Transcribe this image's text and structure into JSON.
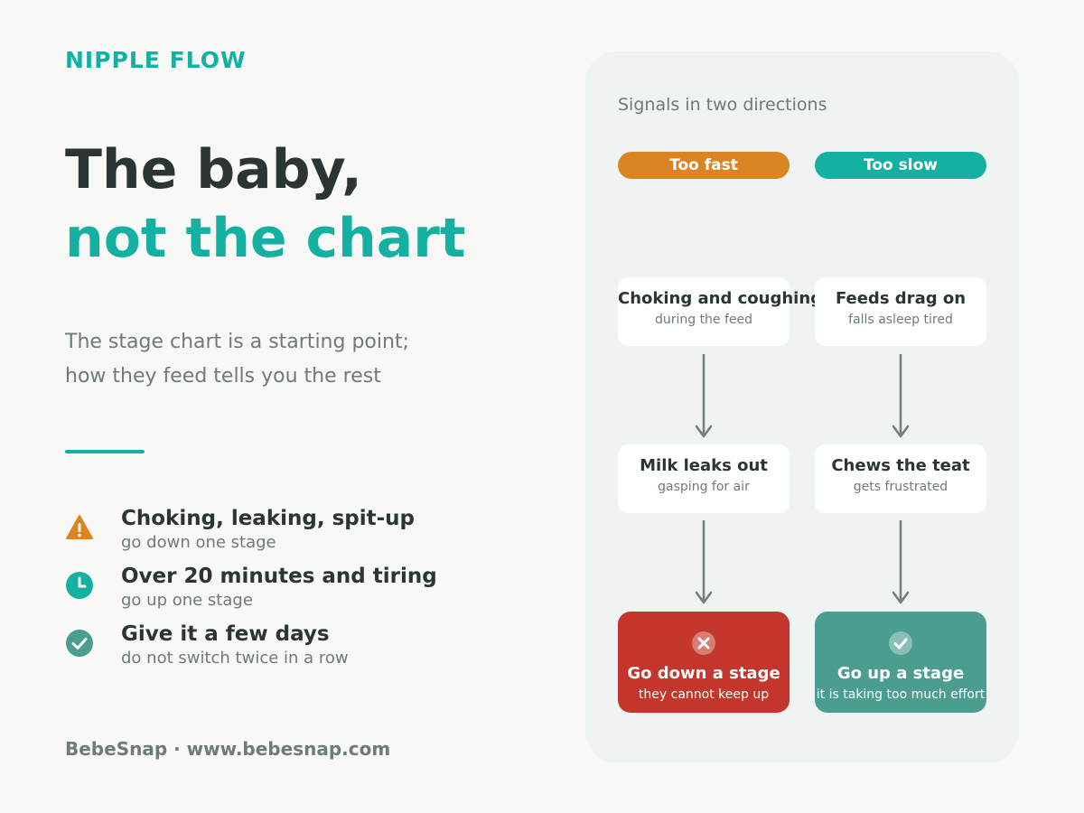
{
  "left": {
    "kicker": "NIPPLE FLOW",
    "headline_line1": "The baby,",
    "headline_line2": "not the chart",
    "subtitle_line1": "The stage chart is a starting point;",
    "subtitle_line2": "how they feed tells you the rest",
    "tips": [
      {
        "icon": "warning-icon",
        "title": "Choking, leaking, spit-up",
        "sub": "go down one stage"
      },
      {
        "icon": "clock-icon",
        "title": "Over 20 minutes and tiring",
        "sub": "go up one stage"
      },
      {
        "icon": "check-circle-icon",
        "title": "Give it a few days",
        "sub": "do not switch twice in a row"
      }
    ],
    "footer": "BebeSnap · www.bebesnap.com"
  },
  "panel": {
    "title": "Signals in two directions",
    "columns": [
      {
        "label": "Too fast",
        "cards": [
          {
            "title": "Choking and coughing",
            "sub": "during the feed"
          },
          {
            "title": "Milk leaks out",
            "sub": "gasping for air"
          }
        ],
        "result": {
          "icon": "close-icon",
          "title": "Go down a stage",
          "sub": "they cannot keep up"
        }
      },
      {
        "label": "Too slow",
        "cards": [
          {
            "title": "Feeds drag on",
            "sub": "falls asleep tired"
          },
          {
            "title": "Chews the teat",
            "sub": "gets frustrated"
          }
        ],
        "result": {
          "icon": "check-icon",
          "title": "Go up a stage",
          "sub": "it is taking too much effort"
        }
      }
    ]
  },
  "colors": {
    "accent": "#14b0a2",
    "warning": "#db8424",
    "danger": "#c4362b",
    "success": "#4b9d90",
    "text": "#2b3533",
    "muted": "#6e7b78",
    "panel_bg": "#eff3f2"
  }
}
